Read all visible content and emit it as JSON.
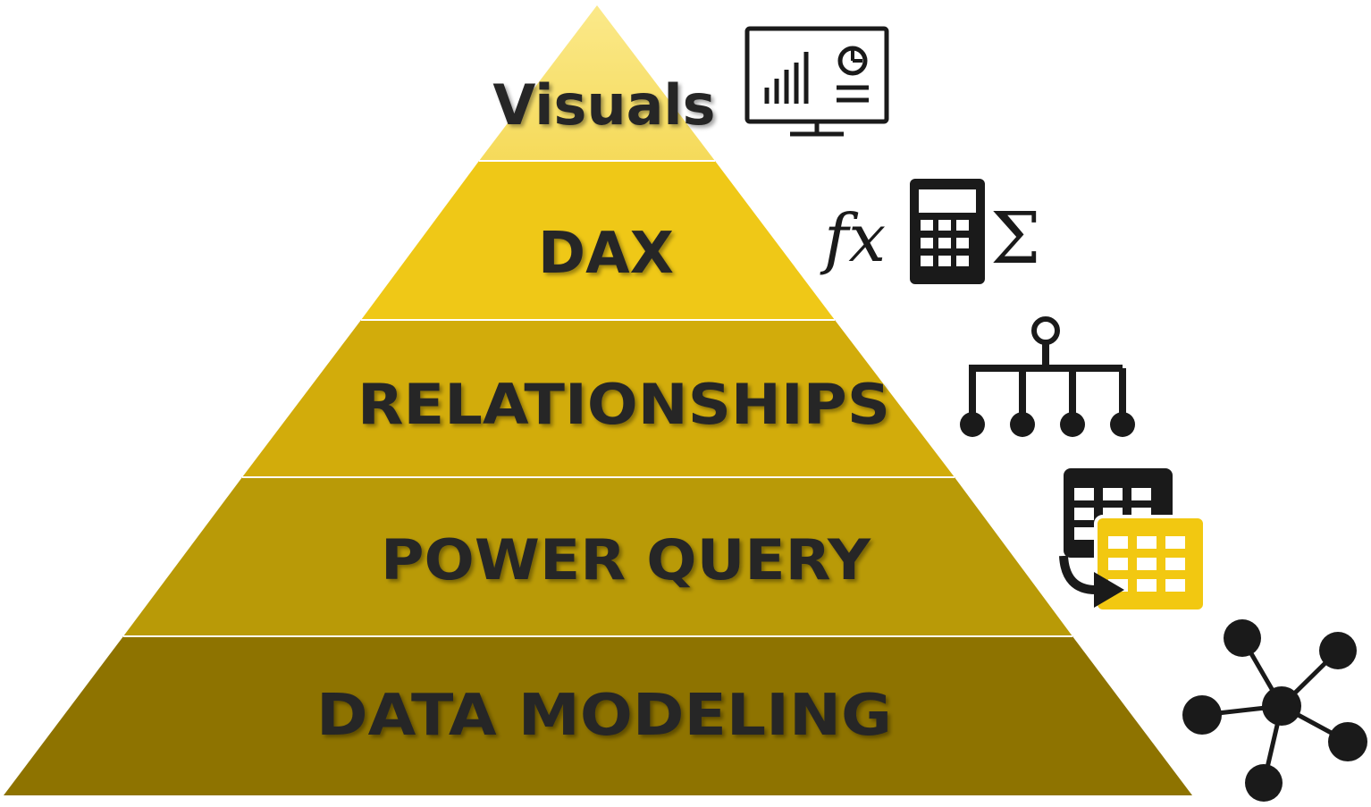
{
  "pyramid": {
    "levels": [
      {
        "label": "Visuals",
        "color": "#F8E06A"
      },
      {
        "label": "DAX",
        "color": "#EFC817"
      },
      {
        "label": "RELATIONSHIPS",
        "color": "#D2AC0B"
      },
      {
        "label": "POWER QUERY",
        "color": "#B99A07"
      },
      {
        "label": "DATA MODELING",
        "color": "#8E7300"
      }
    ]
  },
  "icons": {
    "visuals": "dashboard-monitor-icon",
    "dax": {
      "fx_text": "fx",
      "sigma_text": "Σ",
      "calculator": "calculator-icon"
    },
    "relationships": "hierarchy-tree-icon",
    "power_query": "table-transform-icon",
    "data_modeling": "network-graph-icon"
  },
  "colors": {
    "label_text": "#262626",
    "icon": "#1a1a1a",
    "table_accent": "#F2C811"
  }
}
